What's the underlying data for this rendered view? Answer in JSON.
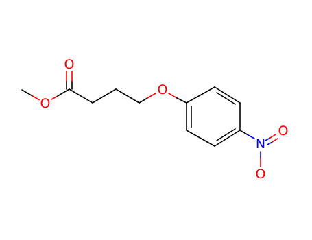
{
  "colors": {
    "background": "#ffffff",
    "carbon_bond": "#000000",
    "oxygen": "#ff0000",
    "nitrogen": "#0000ff"
  },
  "atoms": {
    "carbonyl_oxygen": "O",
    "ester_oxygen": "O",
    "ether_oxygen": "O",
    "nitro_nitrogen": "N",
    "nitro_oxygen_right": "O",
    "nitro_oxygen_bottom": "O"
  }
}
